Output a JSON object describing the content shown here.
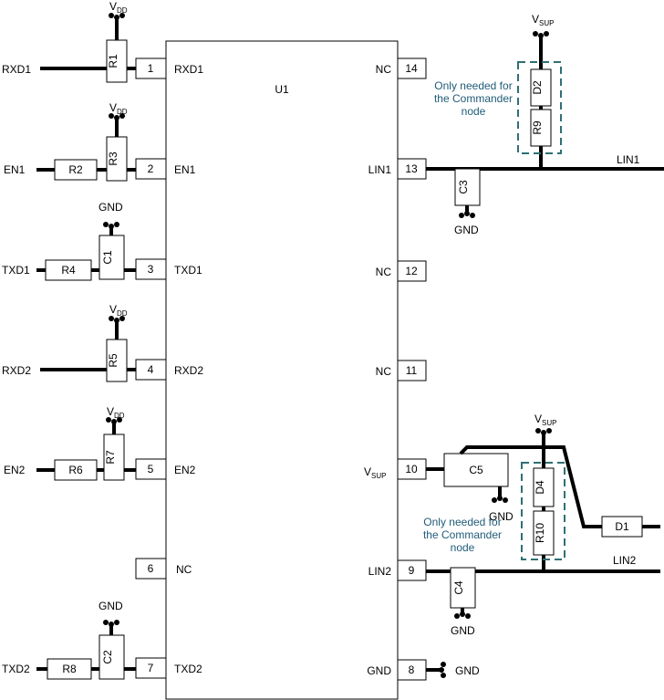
{
  "chip": {
    "name": "U1",
    "left_pins": [
      {
        "num": "1",
        "label": "RXD1"
      },
      {
        "num": "2",
        "label": "EN1"
      },
      {
        "num": "3",
        "label": "TXD1"
      },
      {
        "num": "4",
        "label": "RXD2"
      },
      {
        "num": "5",
        "label": "EN2"
      },
      {
        "num": "6",
        "label": "NC"
      },
      {
        "num": "7",
        "label": "TXD2"
      }
    ],
    "right_pins": [
      {
        "num": "14",
        "label": "NC"
      },
      {
        "num": "13",
        "label": "LIN1"
      },
      {
        "num": "12",
        "label": "NC"
      },
      {
        "num": "11",
        "label": "NC"
      },
      {
        "num": "10",
        "label": "V",
        "sub": "SUP"
      },
      {
        "num": "9",
        "label": "LIN2"
      },
      {
        "num": "8",
        "label": "GND"
      }
    ]
  },
  "nets": {
    "rxd1": "RXD1",
    "en1": "EN1",
    "txd1": "TXD1",
    "rxd2": "RXD2",
    "en2": "EN2",
    "txd2": "TXD2",
    "lin1": "LIN1",
    "lin2": "LIN2"
  },
  "supplies": {
    "v": "V",
    "dd": "DD",
    "sup": "SUP",
    "gnd": "GND"
  },
  "components": {
    "r1": "R1",
    "r2": "R2",
    "r3": "R3",
    "r4": "R4",
    "r5": "R5",
    "r6": "R6",
    "r7": "R7",
    "r8": "R8",
    "r9": "R9",
    "r10": "R10",
    "c1": "C1",
    "c2": "C2",
    "c3": "C3",
    "c4": "C4",
    "c5": "C5",
    "d1": "D1",
    "d2": "D2",
    "d4": "D4"
  },
  "notes": {
    "commander_line1": "Only needed for",
    "commander_line2": "the Commander",
    "commander_line3": "node"
  },
  "colors": {
    "wire": "#000000",
    "note_text": "#1f5b78",
    "dashed_box": "#2f6f73"
  }
}
